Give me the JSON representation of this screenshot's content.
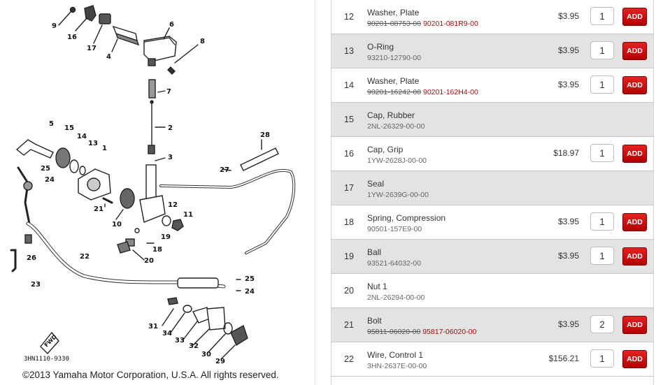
{
  "diagram": {
    "copyright": "©2013 Yamaha Motor Corporation, U.S.A. All rights reserved.",
    "code": "3HN1110-9330",
    "fwd_label": "FWD",
    "callouts": [
      "9",
      "16",
      "17",
      "4",
      "6",
      "8",
      "7",
      "2",
      "3",
      "5",
      "15",
      "14",
      "13",
      "1",
      "25",
      "24",
      "21",
      "10",
      "12",
      "11",
      "19",
      "18",
      "20",
      "28",
      "27",
      "26",
      "22",
      "23",
      "25",
      "24",
      "31",
      "34",
      "33",
      "32",
      "30",
      "29"
    ]
  },
  "parts": [
    {
      "num": "12",
      "name": "Washer, Plate",
      "old_pn": "90201-08753-00",
      "pn": "90201-081R9-00",
      "price": "$3.95",
      "qty": "1",
      "add": "ADD"
    },
    {
      "num": "13",
      "name": "O-Ring",
      "old_pn": "",
      "pn": "93210-12790-00",
      "price": "$3.95",
      "qty": "1",
      "add": "ADD"
    },
    {
      "num": "14",
      "name": "Washer, Plate",
      "old_pn": "90201-16242-00",
      "pn": "90201-162H4-00",
      "price": "$3.95",
      "qty": "1",
      "add": "ADD"
    },
    {
      "num": "15",
      "name": "Cap, Rubber",
      "old_pn": "",
      "pn": "2NL-26329-00-00",
      "price": "",
      "qty": "",
      "add": ""
    },
    {
      "num": "16",
      "name": "Cap, Grip",
      "old_pn": "",
      "pn": "1YW-2628J-00-00",
      "price": "$18.97",
      "qty": "1",
      "add": "ADD"
    },
    {
      "num": "17",
      "name": "Seal",
      "old_pn": "",
      "pn": "1YW-2639G-00-00",
      "price": "",
      "qty": "",
      "add": ""
    },
    {
      "num": "18",
      "name": "Spring, Compression",
      "old_pn": "",
      "pn": "90501-157E9-00",
      "price": "$3.95",
      "qty": "1",
      "add": "ADD"
    },
    {
      "num": "19",
      "name": "Ball",
      "old_pn": "",
      "pn": "93521-64032-00",
      "price": "$3.95",
      "qty": "1",
      "add": "ADD"
    },
    {
      "num": "20",
      "name": "Nut 1",
      "old_pn": "",
      "pn": "2NL-26294-00-00",
      "price": "",
      "qty": "",
      "add": ""
    },
    {
      "num": "21",
      "name": "Bolt",
      "old_pn": "95811-06020-00",
      "pn": "95817-06020-00",
      "price": "$3.95",
      "qty": "2",
      "add": "ADD"
    },
    {
      "num": "22",
      "name": "Wire, Control 1",
      "old_pn": "",
      "pn": "3HN-2637E-00-00",
      "price": "$156.21",
      "qty": "1",
      "add": "ADD"
    }
  ]
}
